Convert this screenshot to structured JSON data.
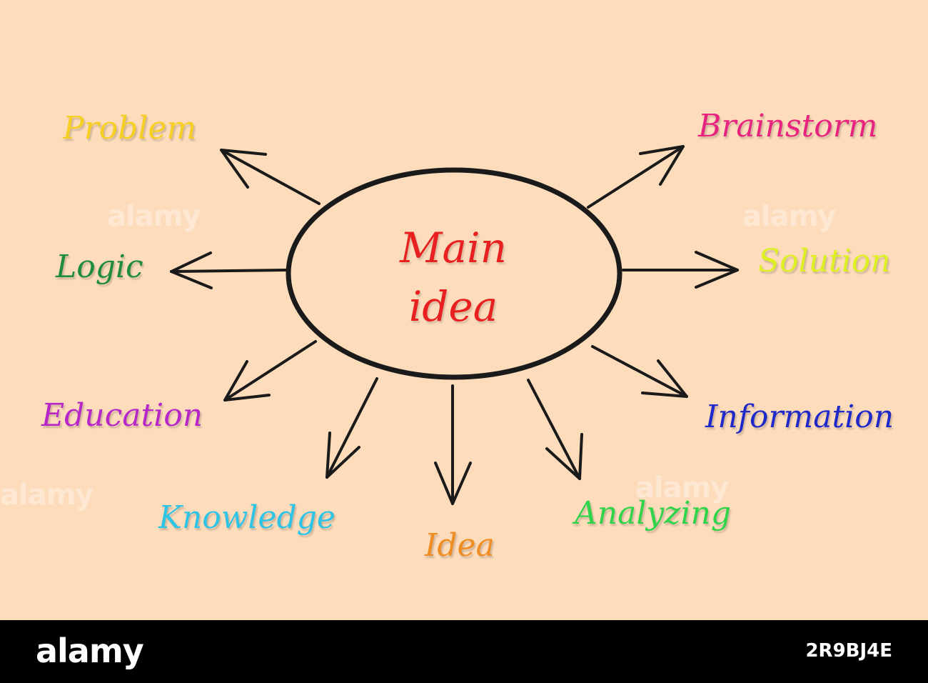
{
  "center": {
    "line1": "Main",
    "line2": "idea",
    "color": "#e8201f"
  },
  "terms": [
    {
      "id": "problem",
      "label": "Problem",
      "color": "#f5cf22"
    },
    {
      "id": "logic",
      "label": "Logic",
      "color": "#1f8c3b"
    },
    {
      "id": "education",
      "label": "Education",
      "color": "#b726c9"
    },
    {
      "id": "knowledge",
      "label": "Knowledge",
      "color": "#2ec4e6"
    },
    {
      "id": "idea",
      "label": "Idea",
      "color": "#ef8d22"
    },
    {
      "id": "analyzing",
      "label": "Analyzing",
      "color": "#2fd44a"
    },
    {
      "id": "information",
      "label": "Information",
      "color": "#1f28c9"
    },
    {
      "id": "solution",
      "label": "Solution",
      "color": "#dff022"
    },
    {
      "id": "brainstorm",
      "label": "Brainstorm",
      "color": "#e8237f"
    }
  ],
  "watermark": {
    "text": "alamy",
    "footer_logo": "alamy",
    "image_id": "2R9BJ4E"
  }
}
